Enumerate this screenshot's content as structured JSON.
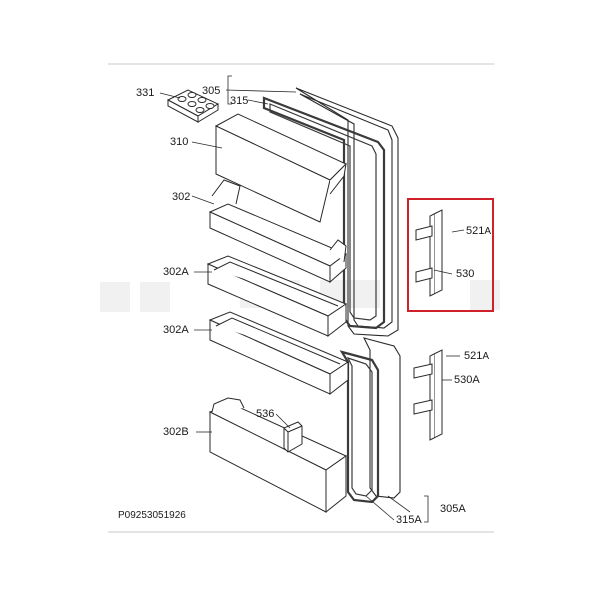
{
  "diagram": {
    "labels": {
      "p331": "331",
      "p305": "305",
      "p315": "315",
      "p310": "310",
      "p302": "302",
      "p302a_1": "302A",
      "p302a_2": "302A",
      "p536": "536",
      "p302b": "302B",
      "p521a_top": "521",
      "p521a_top_sub": "A",
      "p530": "530",
      "p521a_bottom": "521",
      "p521a_bottom_sub": "A",
      "p530a": "530A",
      "p305a": "305A",
      "p315a": "315A"
    },
    "drawing_code": "P09253051926",
    "colors": {
      "line": "#2a2a2a",
      "gasket": "#3a3a3a",
      "highlight": "#d0202a",
      "frame": "#bdbdbd",
      "watermark": "#f1f1f1"
    }
  }
}
